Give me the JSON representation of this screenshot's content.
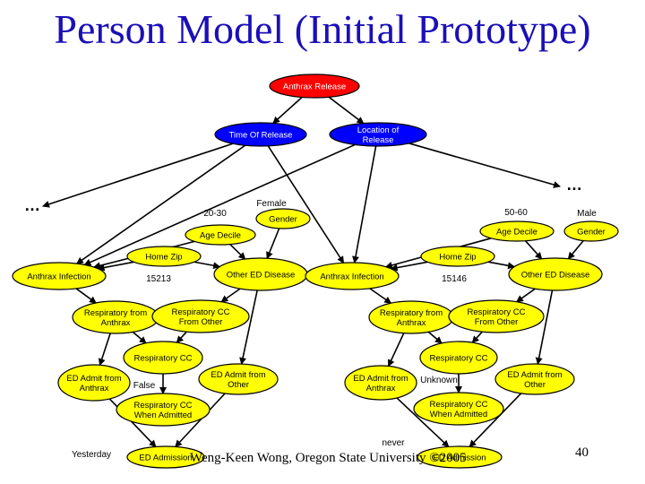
{
  "title": "Person Model (Initial Prototype)",
  "footer": "Weng-Keen Wong, Oregon State University ©2005",
  "slide_number": "40",
  "colors": {
    "title": "#1a0fb8",
    "root_fill": "#ff0000",
    "time_fill": "#0000ff",
    "location_fill": "#0000ff",
    "node_fill": "#ffff00",
    "edge": "#000000"
  },
  "nodes": [
    {
      "id": "anthrax-release",
      "label": "Anthrax Release",
      "fill": "red",
      "text_color": "#ffffff"
    },
    {
      "id": "time-of-release",
      "label": "Time Of Release",
      "fill": "blue",
      "text_color": "#ffffff"
    },
    {
      "id": "location-of-release",
      "label": "Location of Release",
      "fill": "blue",
      "text_color": "#ffffff"
    },
    {
      "id": "gender",
      "label": "Gender",
      "fill": "yellow"
    },
    {
      "id": "age-decile-left",
      "label": "Age Decile",
      "fill": "yellow"
    },
    {
      "id": "home-zip-left",
      "label": "Home Zip",
      "fill": "yellow"
    },
    {
      "id": "anthrax-infection-left",
      "label": "Anthrax Infection",
      "fill": "yellow"
    },
    {
      "id": "other-ed-disease-left",
      "label": "Other ED Disease",
      "fill": "yellow"
    },
    {
      "id": "respiratory-from-anthrax-left",
      "label": "Respiratory from Anthrax",
      "fill": "yellow"
    },
    {
      "id": "respiratory-cc-from-other-left",
      "label": "Respiratory CC From Other",
      "fill": "yellow"
    },
    {
      "id": "respiratory-cc-left",
      "label": "Respiratory CC",
      "fill": "yellow"
    },
    {
      "id": "ed-admit-from-anthrax-left",
      "label": "ED Admit from Anthrax",
      "fill": "yellow"
    },
    {
      "id": "ed-admit-from-other-left",
      "label": "ED Admit from Other",
      "fill": "yellow"
    },
    {
      "id": "respiratory-cc-when-admitted-left",
      "label": "Respiratory CC When Admitted",
      "fill": "yellow"
    },
    {
      "id": "ed-admission-left",
      "label": "ED Admission",
      "fill": "yellow"
    },
    {
      "id": "age-decile-right",
      "label": "Age Decile",
      "fill": "yellow"
    },
    {
      "id": "gender-right",
      "label": "Gender",
      "fill": "yellow"
    },
    {
      "id": "home-zip-right",
      "label": "Home Zip",
      "fill": "yellow"
    },
    {
      "id": "anthrax-infection-right",
      "label": "Anthrax Infection",
      "fill": "yellow"
    },
    {
      "id": "other-ed-disease-right",
      "label": "Other ED Disease",
      "fill": "yellow"
    },
    {
      "id": "respiratory-from-anthrax-right",
      "label": "Respiratory from Anthrax",
      "fill": "yellow"
    },
    {
      "id": "respiratory-cc-from-other-right",
      "label": "Respiratory CC From Other",
      "fill": "yellow"
    },
    {
      "id": "respiratory-cc-right",
      "label": "Respiratory CC",
      "fill": "yellow"
    },
    {
      "id": "ed-admit-from-anthrax-right",
      "label": "ED Admit from Anthrax",
      "fill": "yellow"
    },
    {
      "id": "ed-admit-from-other-right",
      "label": "ED Admit from Other",
      "fill": "yellow"
    },
    {
      "id": "respiratory-cc-when-admitted-right",
      "label": "Respiratory CC When Admitted",
      "fill": "yellow"
    },
    {
      "id": "ed-admission-right",
      "label": "ED Admission",
      "fill": "yellow"
    }
  ],
  "value_labels": [
    {
      "id": "val-female",
      "text": "Female"
    },
    {
      "id": "val-20-30",
      "text": "20-30"
    },
    {
      "id": "val-15213",
      "text": "15213"
    },
    {
      "id": "val-false",
      "text": "False"
    },
    {
      "id": "val-yesterday",
      "text": "Yesterday"
    },
    {
      "id": "val-50-60",
      "text": "50-60"
    },
    {
      "id": "val-male",
      "text": "Male"
    },
    {
      "id": "val-15146",
      "text": "15146"
    },
    {
      "id": "val-unknown",
      "text": "Unknown"
    },
    {
      "id": "val-never",
      "text": "never"
    },
    {
      "id": "ellipsis-left",
      "text": "…"
    },
    {
      "id": "ellipsis-right",
      "text": "…"
    }
  ],
  "edges": [
    [
      "anthrax-release",
      "time-of-release"
    ],
    [
      "anthrax-release",
      "location-of-release"
    ],
    [
      "time-of-release",
      "ellipsis-left"
    ],
    [
      "time-of-release",
      "anthrax-infection-left"
    ],
    [
      "time-of-release",
      "anthrax-infection-right"
    ],
    [
      "location-of-release",
      "anthrax-infection-left"
    ],
    [
      "location-of-release",
      "ellipsis-right"
    ],
    [
      "location-of-release",
      "anthrax-infection-right"
    ],
    [
      "gender",
      "other-ed-disease-left"
    ],
    [
      "age-decile-left",
      "anthrax-infection-left"
    ],
    [
      "age-decile-left",
      "other-ed-disease-left"
    ],
    [
      "home-zip-left",
      "anthrax-infection-left"
    ],
    [
      "home-zip-left",
      "other-ed-disease-left"
    ],
    [
      "anthrax-infection-left",
      "respiratory-from-anthrax-left"
    ],
    [
      "other-ed-disease-left",
      "respiratory-cc-from-other-left"
    ],
    [
      "other-ed-disease-left",
      "ed-admit-from-other-left"
    ],
    [
      "respiratory-from-anthrax-left",
      "ed-admit-from-anthrax-left"
    ],
    [
      "respiratory-from-anthrax-left",
      "respiratory-cc-left"
    ],
    [
      "respiratory-cc-from-other-left",
      "respiratory-cc-left"
    ],
    [
      "respiratory-cc-left",
      "respiratory-cc-when-admitted-left"
    ],
    [
      "ed-admit-from-anthrax-left",
      "ed-admission-left"
    ],
    [
      "ed-admit-from-other-left",
      "ed-admission-left"
    ],
    [
      "age-decile-right",
      "anthrax-infection-right"
    ],
    [
      "age-decile-right",
      "other-ed-disease-right"
    ],
    [
      "gender-right",
      "other-ed-disease-right"
    ],
    [
      "home-zip-right",
      "anthrax-infection-right"
    ],
    [
      "home-zip-right",
      "other-ed-disease-right"
    ],
    [
      "anthrax-infection-right",
      "respiratory-from-anthrax-right"
    ],
    [
      "other-ed-disease-right",
      "respiratory-cc-from-other-right"
    ],
    [
      "other-ed-disease-right",
      "ed-admit-from-other-right"
    ],
    [
      "respiratory-from-anthrax-right",
      "ed-admit-from-anthrax-right"
    ],
    [
      "respiratory-from-anthrax-right",
      "respiratory-cc-right"
    ],
    [
      "respiratory-cc-from-other-right",
      "respiratory-cc-right"
    ],
    [
      "respiratory-cc-right",
      "respiratory-cc-when-admitted-right"
    ],
    [
      "ed-admit-from-anthrax-right",
      "ed-admission-right"
    ],
    [
      "ed-admit-from-other-right",
      "ed-admission-right"
    ]
  ]
}
